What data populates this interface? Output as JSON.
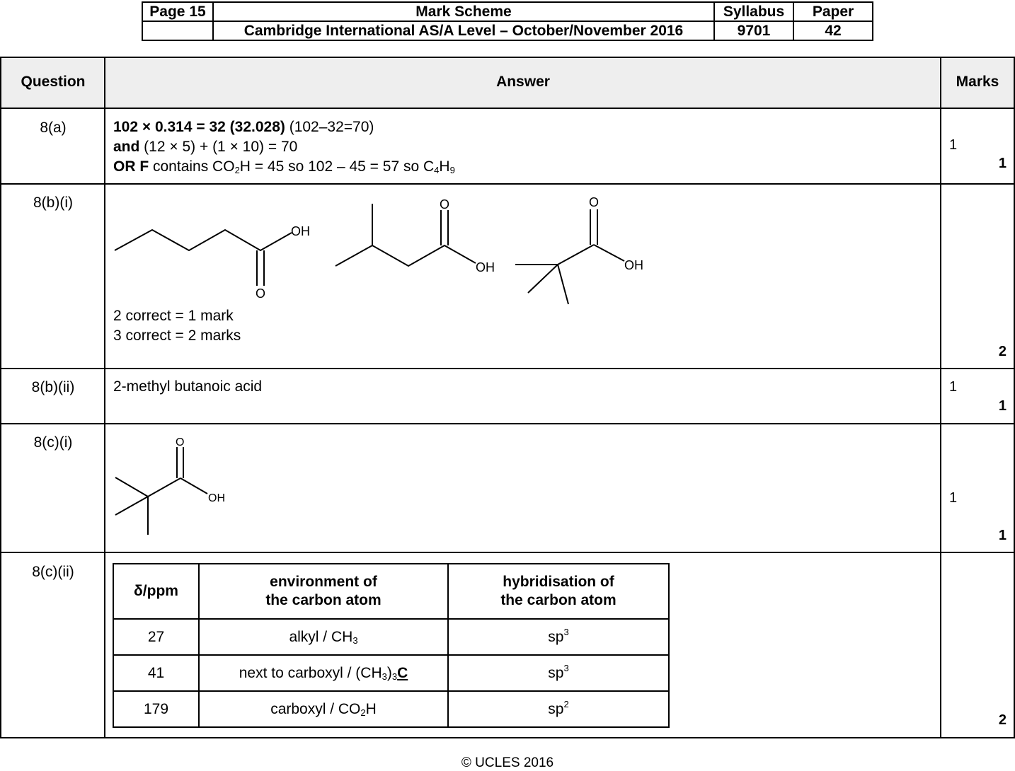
{
  "header": {
    "page": "Page 15",
    "title": "Mark Scheme",
    "syllabus_label": "Syllabus",
    "paper_label": "Paper",
    "subtitle": "Cambridge International AS/A Level – October/November 2016",
    "syllabus": "9701",
    "paper": "42"
  },
  "columns": {
    "question": "Question",
    "answer": "Answer",
    "marks": "Marks"
  },
  "rows": {
    "r8a": {
      "question": "8(a)",
      "l1_bold": "102 × 0.314 = 32 (32.028)",
      "l1_rest": " (102–32=70)",
      "l2_bold": "and",
      "l2_rest": " (12 × 5) + (1 × 10) = 70",
      "l3_bold": "OR F",
      "l3_a": " contains CO",
      "l3_sub1": "2",
      "l3_b": "H = 45  so 102 – 45 = 57 so C",
      "l3_sub2": "4",
      "l3_c": "H",
      "l3_sub3": "9",
      "mark_point": "1",
      "mark_total": "1"
    },
    "r8bi": {
      "question": "8(b)(i)",
      "note1": "2 correct = 1 mark",
      "note2": "3 correct = 2 marks",
      "o_label": "O",
      "oh_label": "OH",
      "mark_total": "2"
    },
    "r8bii": {
      "question": "8(b)(ii)",
      "answer": "2-methyl butanoic acid",
      "mark_point": "1",
      "mark_total": "1"
    },
    "r8ci": {
      "question": "8(c)(i)",
      "o_label": "O",
      "oh_label": "OH",
      "mark_point": "1",
      "mark_total": "1"
    },
    "r8cii": {
      "question": "8(c)(ii)",
      "mark_total": "2",
      "table": {
        "h1": "δ/ppm",
        "h2a": "environment of",
        "h2b": "the carbon atom",
        "h3a": "hybridisation of",
        "h3b": "the carbon atom",
        "rows": [
          {
            "ppm": "27",
            "env_a": "alkyl / CH",
            "env_sub": "3",
            "env_bold": "",
            "hyb": "sp",
            "hyb_sup": "3"
          },
          {
            "ppm": "41",
            "env_a": "next to carboxyl / (CH",
            "env_sub": "3",
            "env_mid": ")",
            "env_sub2": "3",
            "env_bold": "C",
            "hyb": "sp",
            "hyb_sup": "3"
          },
          {
            "ppm": "179",
            "env_a": "carboxyl / CO",
            "env_sub": "2",
            "env_mid": "H",
            "env_bold": "",
            "hyb": "sp",
            "hyb_sup": "2"
          }
        ]
      }
    }
  },
  "footer": "© UCLES 2016"
}
